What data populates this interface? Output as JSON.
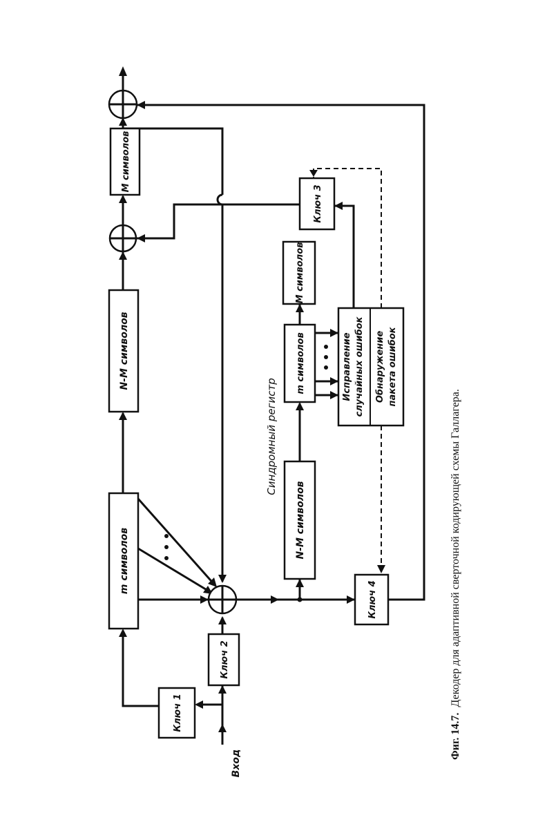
{
  "caption": {
    "label": "Фиг. 14.7.",
    "text": "Декодер для адаптивной сверточной кодирующей схемы Галлагера."
  },
  "blocks": {
    "key1": "Ключ 1",
    "key2": "Ключ 2",
    "key3": "Ключ 3",
    "key4": "Ключ 4",
    "m_symbols_main": "m символов",
    "nm_symbols_main": "N-M символов",
    "M_symbols_main": "M символов",
    "nm_symbols_syn": "N-M символов",
    "m_symbols_syn": "m символов",
    "M_symbols_syn": "M символов",
    "correction_line1": "Исправление",
    "correction_line2": "случайных ошибок",
    "detection_line1": "Обнаружение",
    "detection_line2": "пакета ошибок"
  },
  "labels": {
    "input": "Вход",
    "syndrome_register": "Синдромный регистр"
  }
}
